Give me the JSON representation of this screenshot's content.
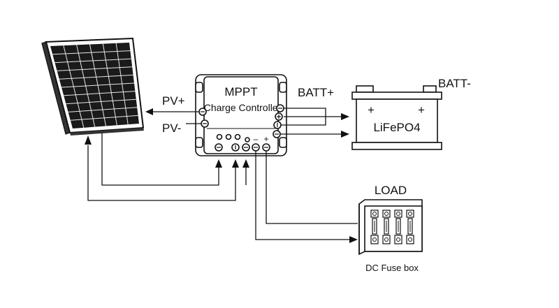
{
  "diagram": {
    "solar_panel": {
      "icon": "solar-panel-icon"
    },
    "pv_positive_label": "PV+",
    "pv_negative_label": "PV-",
    "controller": {
      "title": "MPPT",
      "subtitle": "Charge Controller"
    },
    "batt_positive_label": "BATT+",
    "batt_negative_label": "BATT-",
    "battery": {
      "icon": "battery-icon",
      "chemistry_label": "LiFePO4",
      "plus_left": "+",
      "plus_right": "+"
    },
    "controller_bottom_signs": {
      "minus": "–",
      "plus": "+"
    },
    "load_label": "LOAD",
    "fuse_box_label": "DC Fuse box"
  }
}
